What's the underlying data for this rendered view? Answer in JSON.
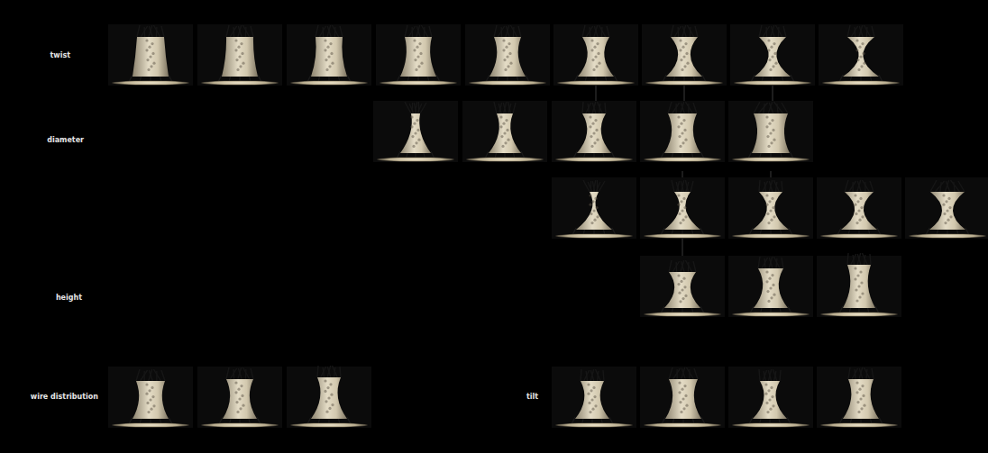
{
  "diagram": {
    "labels": [
      "twist",
      "diameter",
      "height",
      "wire distribution",
      "tilt"
    ]
  }
}
